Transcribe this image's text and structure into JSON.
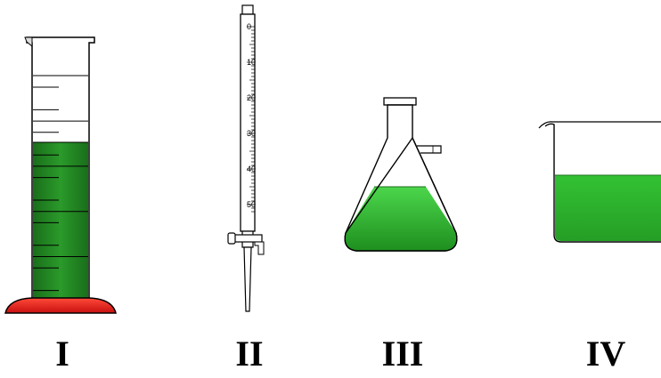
{
  "labels": {
    "cylinder": "I",
    "burette": "II",
    "flask": "III",
    "beaker": "IV"
  },
  "burette": {
    "scale_values": [
      0,
      10,
      20,
      30,
      40,
      50
    ]
  },
  "colors": {
    "liquid": "#2db82d",
    "liquid_dark": "#1f7a1f",
    "base": "#e8201f",
    "outline": "#000000",
    "background": "#ffffff"
  }
}
